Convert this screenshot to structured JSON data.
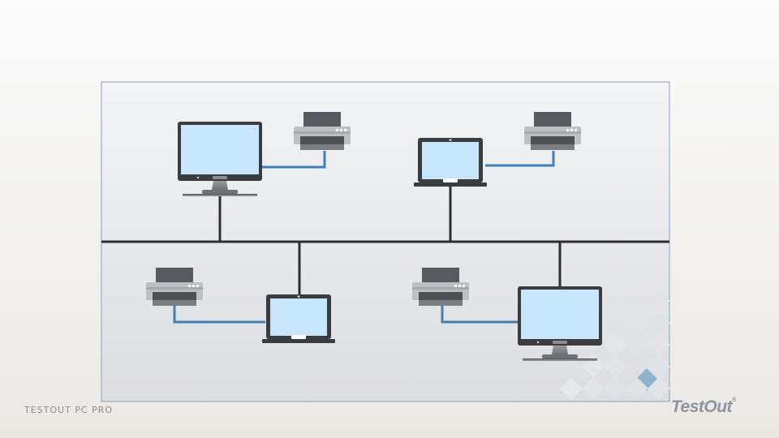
{
  "slide": {
    "footer_text": "TESTOUT PC PRO",
    "logo_text": "TestOut",
    "logo_mark": "®"
  },
  "diagram": {
    "type": "bus-network-topology",
    "nodes": [
      {
        "id": "desktop-1",
        "kind": "desktop-monitor",
        "icon": "desktop-monitor-icon"
      },
      {
        "id": "printer-1",
        "kind": "printer",
        "icon": "printer-icon"
      },
      {
        "id": "laptop-1",
        "kind": "laptop",
        "icon": "laptop-icon"
      },
      {
        "id": "printer-2",
        "kind": "printer",
        "icon": "printer-icon"
      },
      {
        "id": "printer-3",
        "kind": "printer",
        "icon": "printer-icon"
      },
      {
        "id": "laptop-2",
        "kind": "laptop",
        "icon": "laptop-icon"
      },
      {
        "id": "printer-4",
        "kind": "printer",
        "icon": "printer-icon"
      },
      {
        "id": "desktop-2",
        "kind": "desktop-monitor",
        "icon": "desktop-monitor-icon"
      }
    ],
    "edges": [
      {
        "from": "desktop-1",
        "to": "bus",
        "style": "bus-drop"
      },
      {
        "from": "laptop-1",
        "to": "bus",
        "style": "bus-drop"
      },
      {
        "from": "laptop-2",
        "to": "bus",
        "style": "bus-drop"
      },
      {
        "from": "desktop-2",
        "to": "bus",
        "style": "bus-drop"
      },
      {
        "from": "printer-1",
        "to": "desktop-1",
        "style": "cable"
      },
      {
        "from": "printer-2",
        "to": "laptop-1",
        "style": "cable"
      },
      {
        "from": "printer-3",
        "to": "laptop-2",
        "style": "cable"
      },
      {
        "from": "printer-4",
        "to": "desktop-2",
        "style": "cable"
      }
    ],
    "colors": {
      "bus": "#2e2e2e",
      "cable": "#3f7fb5",
      "screen": "#c7e5fb",
      "device_frame": "#3a3c40",
      "printer_top": "#585a60",
      "printer_body": "#bdbfc3",
      "panel_border": "#8ea0b3"
    }
  }
}
